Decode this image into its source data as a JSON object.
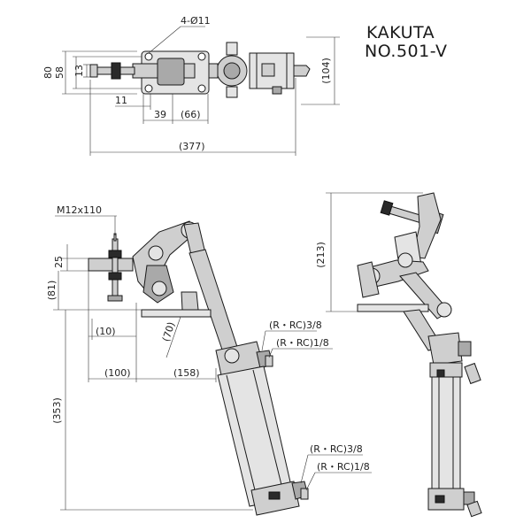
{
  "title": {
    "line1": "KAKUTA",
    "line2": "NO.501-V"
  },
  "top_view": {
    "hole_callout": "4-Ø11",
    "dims": {
      "d80": "80",
      "d58": "58",
      "d13": "13",
      "d104": "(104)",
      "d11": "11",
      "d39": "39",
      "d66": "(66)",
      "d377": "(377)"
    }
  },
  "side_view": {
    "bolt_callout": "M12x110",
    "dims": {
      "d25": "25",
      "d81": "(81)",
      "d10": "(10)",
      "d70": "(70)",
      "d100": "(100)",
      "d158": "(158)",
      "d353": "(353)"
    },
    "ports_upper": {
      "a": "(R・RC)3/8",
      "b": "(R・RC)1/8"
    },
    "ports_lower": {
      "a": "(R・RC)3/8",
      "b": "(R・RC)1/8"
    }
  },
  "open_view": {
    "dims": {
      "d213": "(213)"
    }
  }
}
